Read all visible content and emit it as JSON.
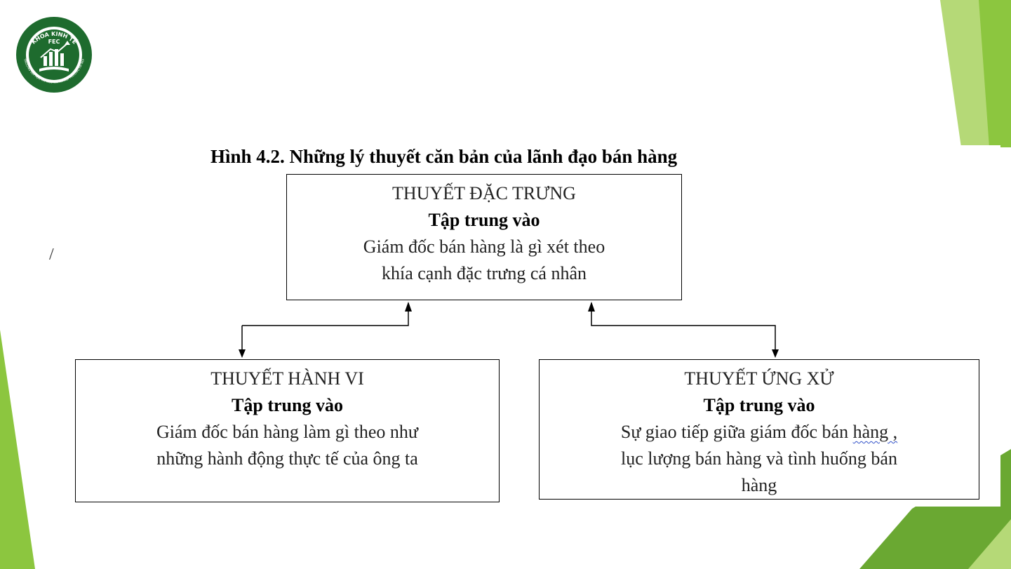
{
  "logo": {
    "arc_top": "KHOA KINH TẾ",
    "abbr": "FEC",
    "arc_bottom": "TRƯỜNG ĐẠI HỌC TÀI NGUYÊN VÀ MÔI TRƯỜNG HÀ NỘI"
  },
  "stray_mark": "/",
  "figure": {
    "title": "Hình 4.2. Những lý thuyết căn bản của lãnh đạo bán hàng",
    "top_box": {
      "heading": "THUYẾT ĐẶC TRƯNG",
      "focus": "Tập trung vào",
      "line1": "Giám đốc bán hàng là gì xét theo",
      "line2": "khía cạnh đặc trưng cá nhân"
    },
    "left_box": {
      "heading": "THUYẾT HÀNH VI",
      "focus": "Tập trung vào",
      "line1": "Giám đốc bán hàng làm gì theo như",
      "line2": "những hành động thực tế của ông ta"
    },
    "right_box": {
      "heading": "THUYẾT ỨNG XỬ",
      "focus": "Tập trung vào",
      "line1_pre": "Sự giao tiếp giữa giám đốc bán ",
      "line1_squiggle": "hàng ,",
      "line2": "lục lượng bán hàng và tình huống bán",
      "line3": "hàng"
    }
  },
  "colors": {
    "green_dark": "#6aa832",
    "green_mid": "#8cc63f",
    "green_light": "#b5d977",
    "logo_green": "#1e6b2e"
  }
}
